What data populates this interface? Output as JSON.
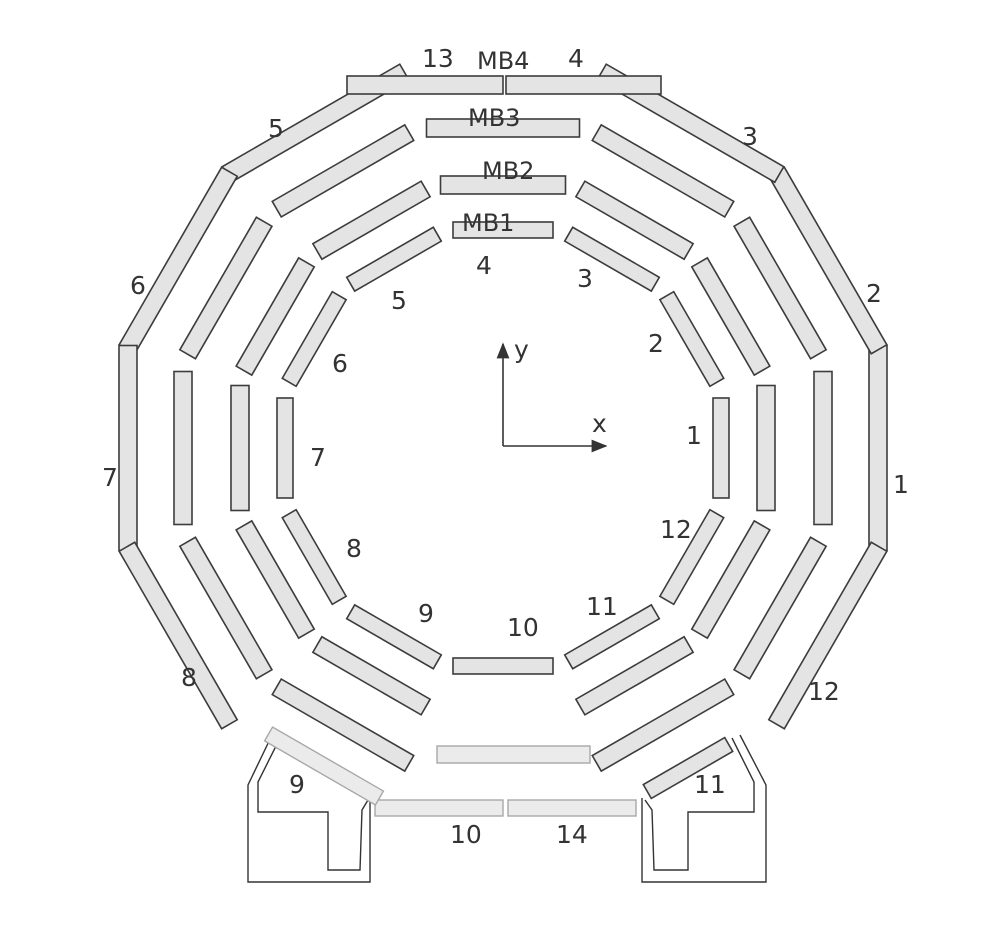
{
  "rings": [
    {
      "name": "MB1",
      "sectors": [
        "1",
        "2",
        "3",
        "4",
        "5",
        "6",
        "7",
        "8",
        "9",
        "10",
        "11",
        "12"
      ]
    },
    {
      "name": "MB2",
      "sectors": []
    },
    {
      "name": "MB3",
      "sectors": []
    },
    {
      "name": "MB4",
      "sectors": [
        "1",
        "2",
        "3",
        "4",
        "5",
        "6",
        "7",
        "8",
        "9",
        "10",
        "11",
        "12",
        "13",
        "14"
      ]
    }
  ],
  "axes": {
    "x": "x",
    "y": "y"
  }
}
